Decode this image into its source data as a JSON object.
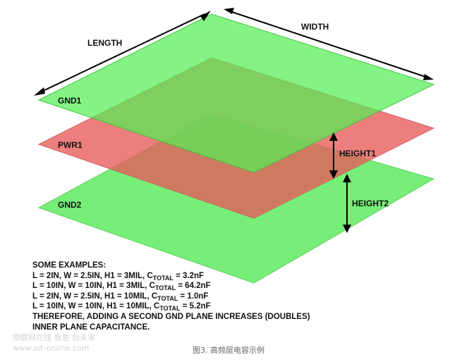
{
  "diagram": {
    "labels": {
      "length": "LENGTH",
      "width": "WIDTH",
      "gnd1": "GND1",
      "pwr1": "PWR1",
      "gnd2": "GND2",
      "height1": "HEIGHT1",
      "height2": "HEIGHT2"
    },
    "colors": {
      "ground_plane": "#77ee77",
      "power_plane": "#f08080",
      "overlap": "#b77a3f",
      "inner_ground": "#3fae2e",
      "arrow": "#000000"
    }
  },
  "notes": {
    "heading": "SOME EXAMPLES:",
    "examples": [
      {
        "prefix": "L = 2IN, W = 2.5IN, H1 = 3MIL, C",
        "sub": "TOTAL",
        "suffix": " = 3.2nF"
      },
      {
        "prefix": "L = 10IN, W = 10IN, H1 = 3MIL, C",
        "sub": "TOTAL",
        "suffix": " = 64.2nF"
      },
      {
        "prefix": "L = 2IN, W = 2.5IN, H1 = 10MIL, C",
        "sub": "TOTAL",
        "suffix": " = 1.0nF"
      },
      {
        "prefix": "L = 10IN, W = 10IN, H1 = 10MIL, C",
        "sub": "TOTAL",
        "suffix": " = 5.2nF"
      }
    ],
    "conclusion_1": "THEREFORE, ADDING A SECOND GND PLANE INCREASES (DOUBLES)",
    "conclusion_2": "INNER PLANE CAPACITANCE."
  },
  "caption": "图3. 高频层电容示例",
  "watermark": {
    "line1": "物联网在线 智慧·创未来",
    "line2": "www.iot-online.com"
  }
}
